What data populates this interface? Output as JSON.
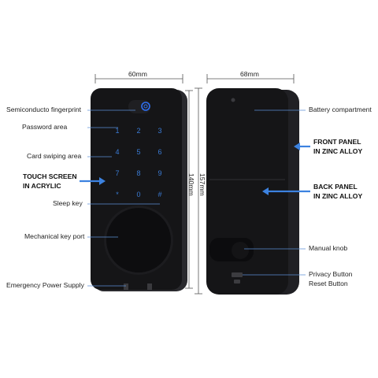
{
  "colors": {
    "lock_body": "#151517",
    "lock_edge": "#2a2a2e",
    "keypad_blue": "#3a7bd5",
    "fingerprint_blue": "#2f6ff0",
    "leader_line": "#5b8fd6",
    "arrow_blue": "#3c82e0",
    "dimension_line": "#555555"
  },
  "dimensions": {
    "front_width": "60mm",
    "back_width": "68mm",
    "front_height": "140mm",
    "back_height": "157mm"
  },
  "keypad": {
    "keys": [
      "1",
      "2",
      "3",
      "4",
      "5",
      "6",
      "7",
      "8",
      "9",
      "*",
      "0",
      "#"
    ]
  },
  "left_labels": {
    "fingerprint": "Semiconducto fingerprint",
    "password": "Password area",
    "card": "Card swiping area",
    "touch_line1": "TOUCH SCREEN",
    "touch_line2": "IN ACRYLIC",
    "sleep": "Sleep key",
    "mech_key": "Mechanical key port",
    "emergency": "Emergency Power Supply"
  },
  "right_labels": {
    "battery": "Battery compartment",
    "front_panel_line1": "FRONT PANEL",
    "front_panel_line2": "IN ZINC ALLOY",
    "back_panel_line1": "BACK PANEL",
    "back_panel_line2": "IN ZINC ALLOY",
    "manual_knob": "Manual knob",
    "privacy": "Privacy Button",
    "reset": "Reset Button"
  }
}
